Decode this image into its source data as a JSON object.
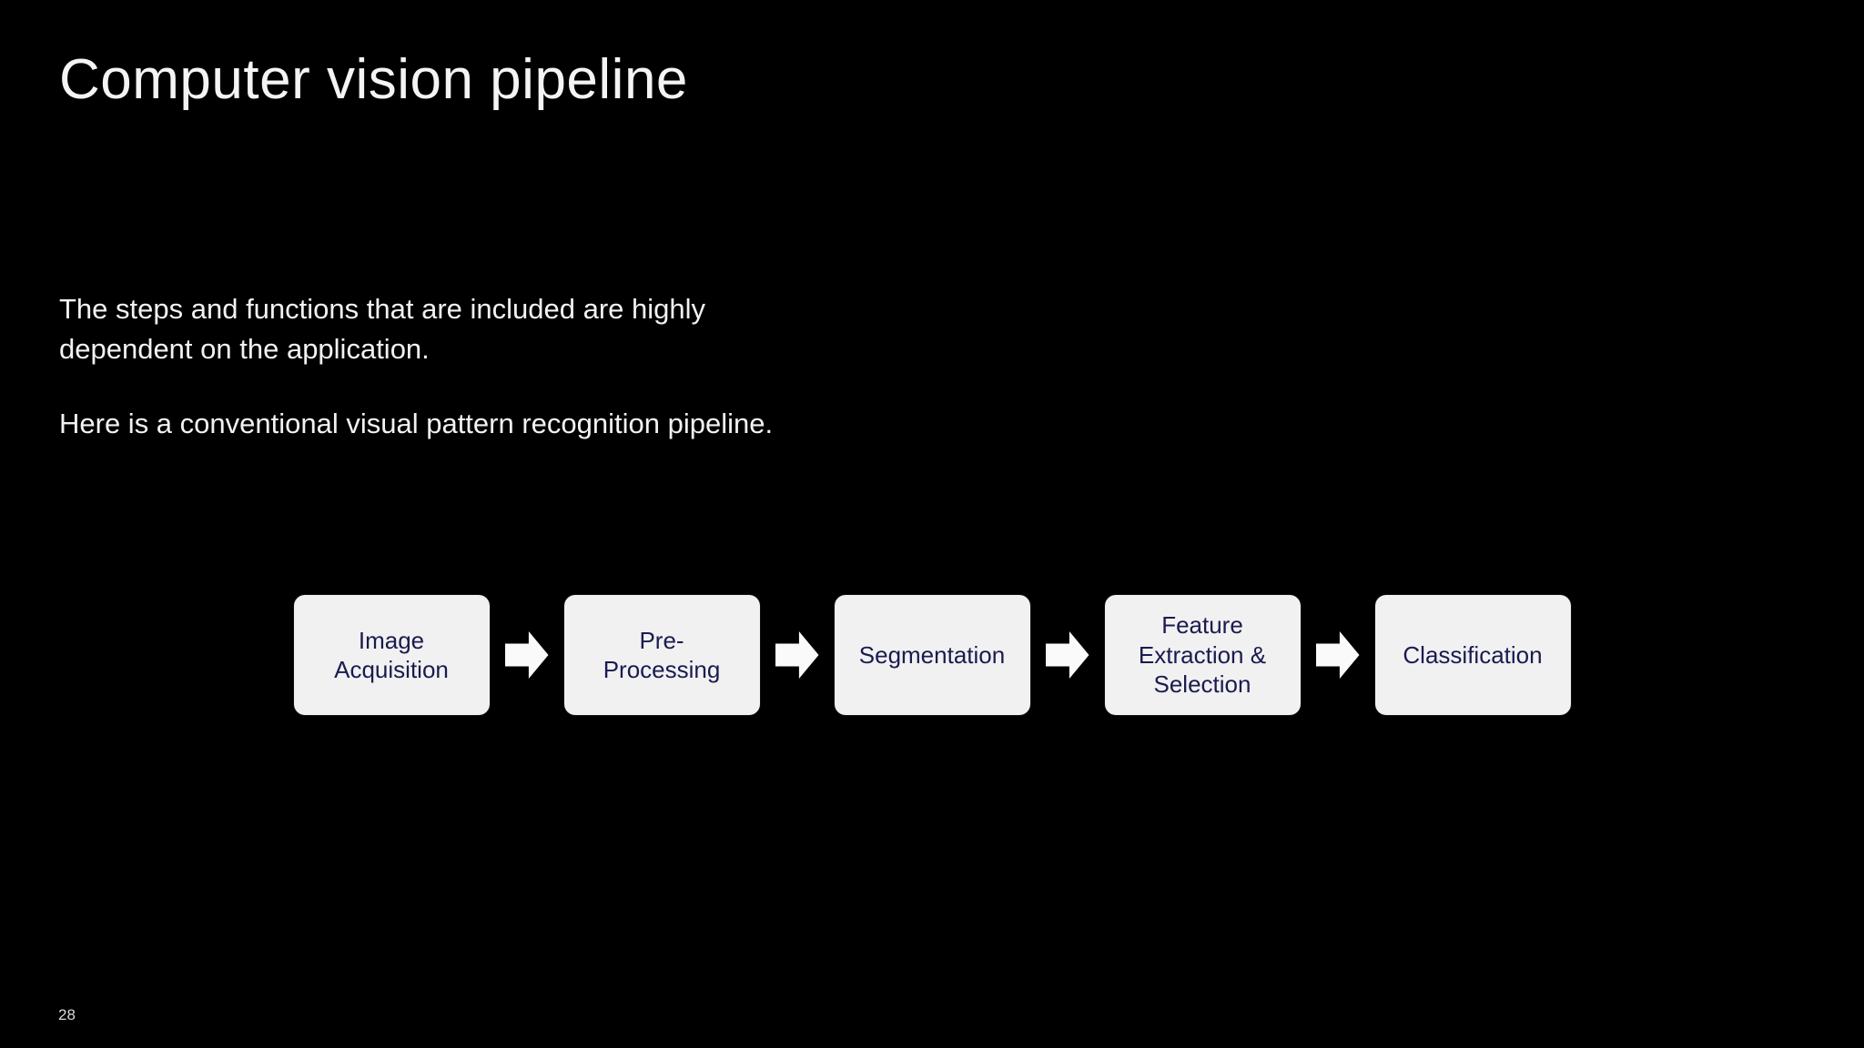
{
  "slide": {
    "title": "Computer vision pipeline",
    "body": {
      "paragraph1": "The steps and functions that are included are highly\ndependent on the application.",
      "paragraph2": "Here is a conventional visual pattern recognition pipeline."
    },
    "page_number": "28"
  },
  "pipeline": {
    "steps": [
      {
        "label": "Image\nAcquisition"
      },
      {
        "label": "Pre-\nProcessing"
      },
      {
        "label": "Segmentation"
      },
      {
        "label": "Feature\nExtraction &\nSelection"
      },
      {
        "label": "Classification"
      }
    ],
    "connector_icon": "right-block-arrow-icon"
  },
  "colors": {
    "background": "#000000",
    "title_text": "#f4f4f4",
    "body_text": "#f2f2f2",
    "box_fill": "#f1f1f2",
    "box_text": "#1b1b4f",
    "arrow_fill": "#fafafa"
  }
}
